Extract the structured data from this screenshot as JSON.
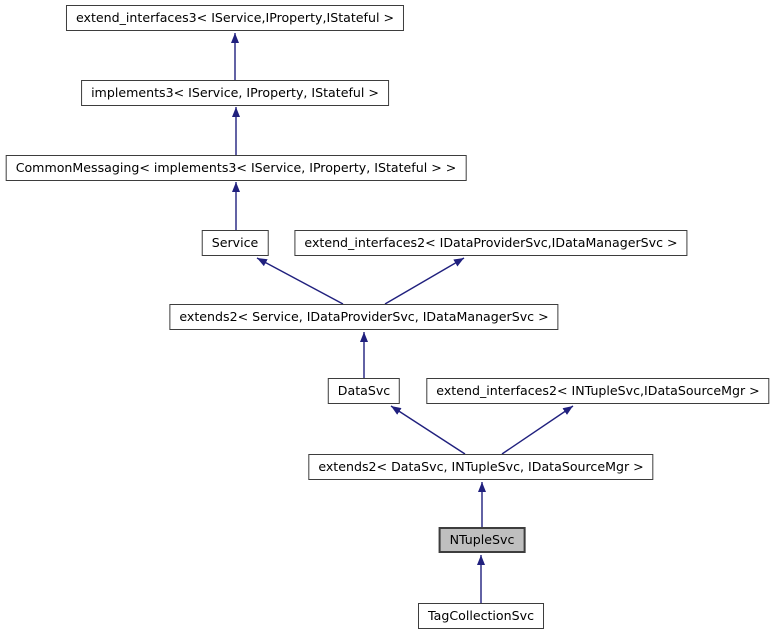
{
  "graph": {
    "kind": "class-inheritance-diagram",
    "colors": {
      "background": "#ffffff",
      "edge": "#20207e",
      "node_border": "#3d3d3d",
      "node_fill": "#ffffff",
      "highlight_fill": "#bfbfbf",
      "text": "#000000"
    },
    "nodes": [
      {
        "id": "extend_interfaces3",
        "label": "extend_interfaces3< IService,IProperty,IStateful >",
        "highlighted": false
      },
      {
        "id": "implements3",
        "label": "implements3< IService, IProperty, IStateful >",
        "highlighted": false
      },
      {
        "id": "CommonMessaging",
        "label": "CommonMessaging< implements3< IService, IProperty, IStateful > >",
        "highlighted": false
      },
      {
        "id": "Service",
        "label": "Service",
        "highlighted": false
      },
      {
        "id": "extend_interfaces2_data",
        "label": "extend_interfaces2< IDataProviderSvc,IDataManagerSvc >",
        "highlighted": false
      },
      {
        "id": "extends2_service",
        "label": "extends2< Service, IDataProviderSvc, IDataManagerSvc >",
        "highlighted": false
      },
      {
        "id": "DataSvc",
        "label": "DataSvc",
        "highlighted": false
      },
      {
        "id": "extend_interfaces2_ntuple",
        "label": "extend_interfaces2< INTupleSvc,IDataSourceMgr >",
        "highlighted": false
      },
      {
        "id": "extends2_datasvc",
        "label": "extends2< DataSvc, INTupleSvc, IDataSourceMgr >",
        "highlighted": false
      },
      {
        "id": "NTupleSvc",
        "label": "NTupleSvc",
        "highlighted": true
      },
      {
        "id": "TagCollectionSvc",
        "label": "TagCollectionSvc",
        "highlighted": false
      }
    ],
    "edges": [
      {
        "from": "implements3",
        "to": "extend_interfaces3"
      },
      {
        "from": "CommonMessaging",
        "to": "implements3"
      },
      {
        "from": "Service",
        "to": "CommonMessaging"
      },
      {
        "from": "extends2_service",
        "to": "Service"
      },
      {
        "from": "extends2_service",
        "to": "extend_interfaces2_data"
      },
      {
        "from": "DataSvc",
        "to": "extends2_service"
      },
      {
        "from": "extends2_datasvc",
        "to": "DataSvc"
      },
      {
        "from": "extends2_datasvc",
        "to": "extend_interfaces2_ntuple"
      },
      {
        "from": "NTupleSvc",
        "to": "extends2_datasvc"
      },
      {
        "from": "TagCollectionSvc",
        "to": "NTupleSvc"
      }
    ]
  }
}
